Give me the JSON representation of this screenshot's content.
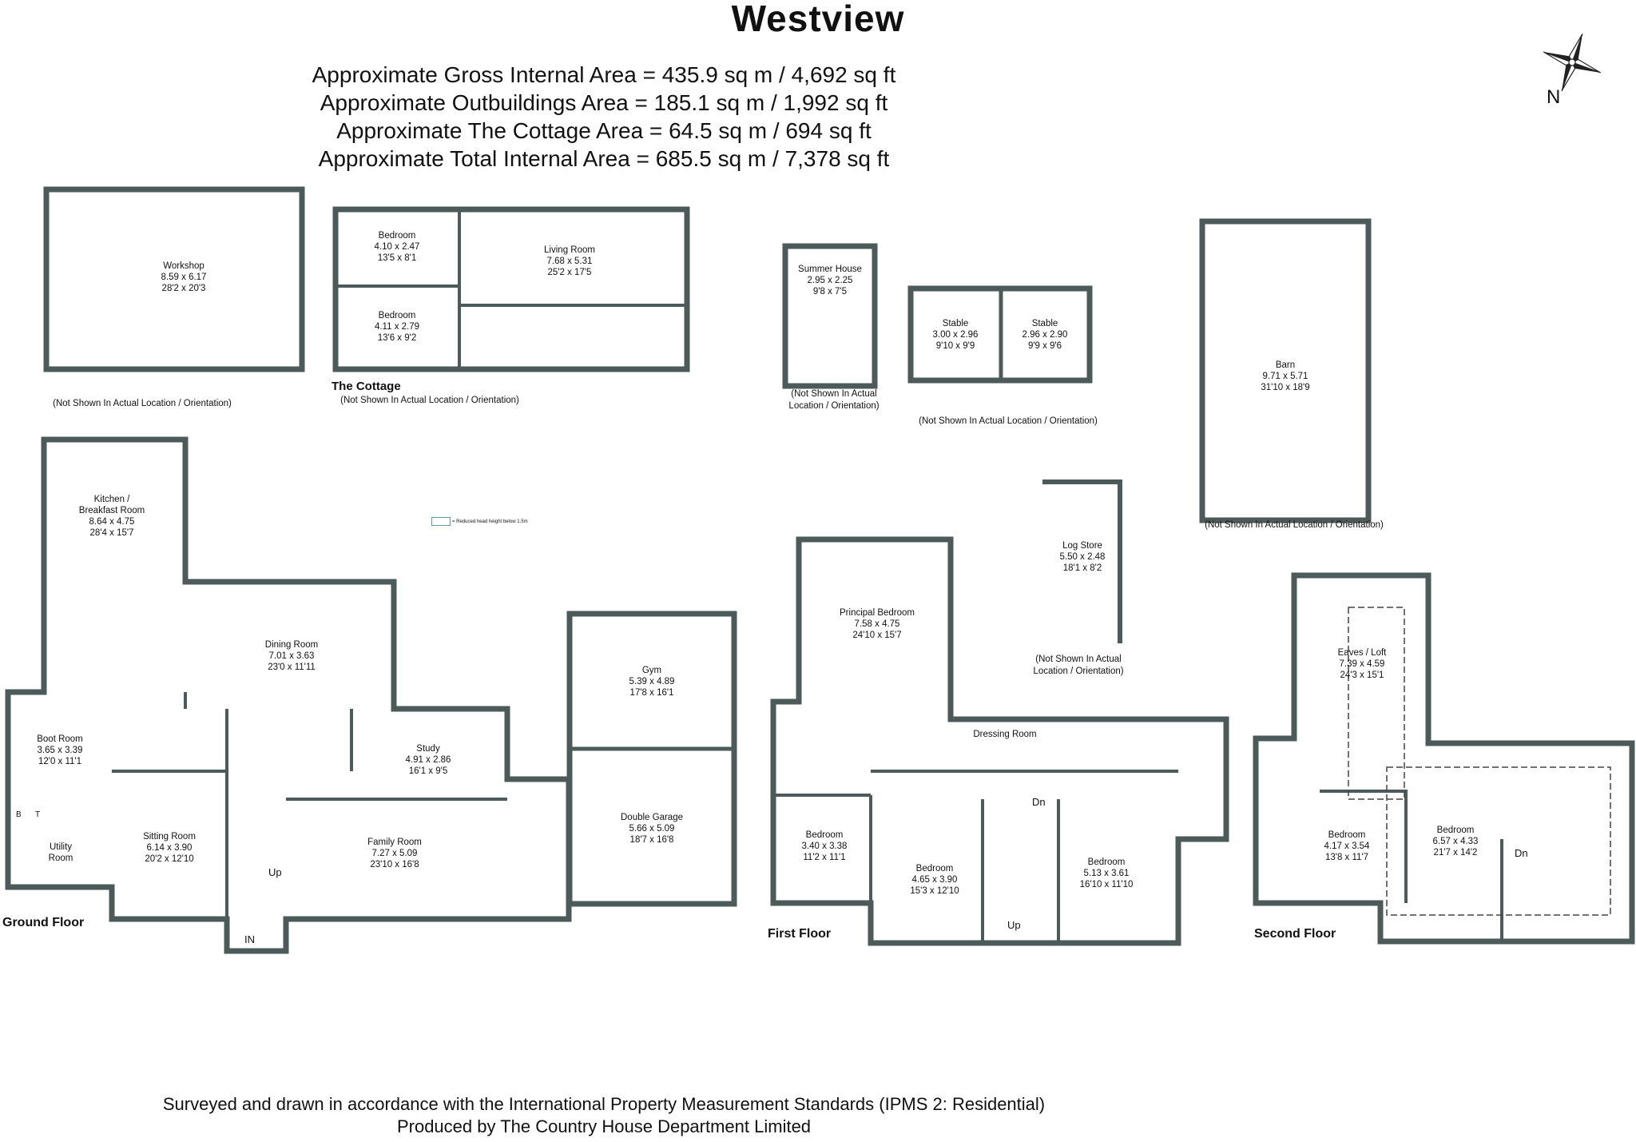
{
  "title": "Westview",
  "areas": [
    "Approximate Gross Internal Area = 435.9 sq m / 4,692 sq ft",
    "Approximate Outbuildings Area = 185.1 sq m / 1,992 sq ft",
    "Approximate The Cottage Area = 64.5 sq m / 694 sq ft",
    "Approximate Total Internal Area = 685.5 sq m / 7,378 sq ft"
  ],
  "compass": {
    "label": "N"
  },
  "legend": {
    "text": "= Reduced head height below 1.5m"
  },
  "outbuildings": {
    "workshop": {
      "name": "Workshop",
      "metric": "8.59 x 6.17",
      "imperial": "28'2 x 20'3"
    },
    "workshop_note": "(Not Shown In Actual Location / Orientation)",
    "cottage_label": "The Cottage",
    "cottage_note": "(Not Shown In Actual Location / Orientation)",
    "cottage_bedroom1": {
      "name": "Bedroom",
      "metric": "4.10 x 2.47",
      "imperial": "13'5 x 8'1"
    },
    "cottage_bedroom2": {
      "name": "Bedroom",
      "metric": "4.11 x 2.79",
      "imperial": "13'6 x 9'2"
    },
    "cottage_living": {
      "name": "Living Room",
      "metric": "7.68 x 5.31",
      "imperial": "25'2 x 17'5"
    },
    "summer_house": {
      "name": "Summer House",
      "metric": "2.95 x 2.25",
      "imperial": "9'8 x 7'5"
    },
    "summer_note_1": "(Not Shown In Actual",
    "summer_note_2": "Location / Orientation)",
    "stable1": {
      "name": "Stable",
      "metric": "3.00 x 2.96",
      "imperial": "9'10 x 9'9"
    },
    "stable2": {
      "name": "Stable",
      "metric": "2.96 x 2.90",
      "imperial": "9'9 x 9'6"
    },
    "stable_note": "(Not Shown In Actual Location / Orientation)",
    "barn": {
      "name": "Barn",
      "metric": "9.71 x 5.71",
      "imperial": "31'10 x 18'9"
    },
    "barn_note": "(Not Shown In Actual Location / Orientation)",
    "log_store": {
      "name": "Log Store",
      "metric": "5.50 x 2.48",
      "imperial": "18'1 x 8'2"
    },
    "log_note_1": "(Not Shown In Actual",
    "log_note_2": "Location / Orientation)"
  },
  "ground_floor": {
    "label": "Ground Floor",
    "kitchen": {
      "name1": "Kitchen /",
      "name2": "Breakfast Room",
      "metric": "8.64 x 4.75",
      "imperial": "28'4 x 15'7"
    },
    "dining": {
      "name": "Dining Room",
      "metric": "7.01 x 3.63",
      "imperial": "23'0 x 11'11"
    },
    "boot": {
      "name": "Boot Room",
      "metric": "3.65 x 3.39",
      "imperial": "12'0 x 11'1"
    },
    "utility": {
      "name1": "Utility",
      "name2": "Room"
    },
    "sitting": {
      "name": "Sitting Room",
      "metric": "6.14 x 3.90",
      "imperial": "20'2 x 12'10"
    },
    "study": {
      "name": "Study",
      "metric": "4.91 x 2.86",
      "imperial": "16'1 x 9'5"
    },
    "family": {
      "name": "Family Room",
      "metric": "7.27 x 5.09",
      "imperial": "23'10 x 16'8"
    },
    "gym": {
      "name": "Gym",
      "metric": "5.39 x 4.89",
      "imperial": "17'8 x 16'1"
    },
    "garage": {
      "name": "Double Garage",
      "metric": "5.66 x 5.09",
      "imperial": "18'7 x 16'8"
    },
    "up": "Up",
    "in": "IN",
    "b_mark": "B",
    "t_mark": "T"
  },
  "first_floor": {
    "label": "First Floor",
    "principal": {
      "name": "Principal Bedroom",
      "metric": "7.58 x 4.75",
      "imperial": "24'10 x 15'7"
    },
    "dressing": {
      "name": "Dressing Room"
    },
    "bed_a": {
      "name": "Bedroom",
      "metric": "3.40 x 3.38",
      "imperial": "11'2 x 11'1"
    },
    "bed_b": {
      "name": "Bedroom",
      "metric": "4.65 x 3.90",
      "imperial": "15'3 x 12'10"
    },
    "bed_c": {
      "name": "Bedroom",
      "metric": "5.13 x 3.61",
      "imperial": "16'10 x 11'10"
    },
    "dn": "Dn",
    "up": "Up"
  },
  "second_floor": {
    "label": "Second Floor",
    "eaves": {
      "name": "Eaves / Loft",
      "metric": "7.39 x 4.59",
      "imperial": "24'3 x 15'1"
    },
    "bed_a": {
      "name": "Bedroom",
      "metric": "4.17 x 3.54",
      "imperial": "13'8 x 11'7"
    },
    "bed_b": {
      "name": "Bedroom",
      "metric": "6.57 x 4.33",
      "imperial": "21'7 x 14'2"
    },
    "dn": "Dn"
  },
  "footer": [
    "Surveyed and drawn in accordance with the International Property Measurement Standards (IPMS 2: Residential)",
    "Produced by The Country House Department Limited"
  ]
}
